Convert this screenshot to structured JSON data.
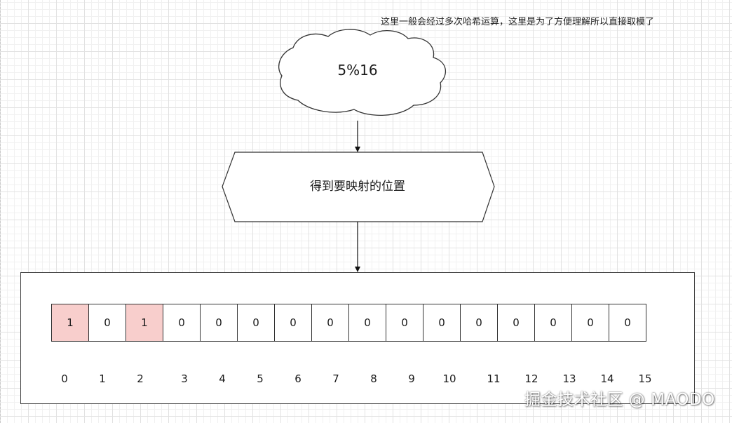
{
  "note": "这里一般会经过多次哈希运算，这里是为了方便理解所以直接取模了",
  "cloud": {
    "label": "5%16"
  },
  "hexagon": {
    "label": "得到要映射的位置"
  },
  "array": {
    "highlight_color": "#f8cecc",
    "cells": [
      "1",
      "0",
      "1",
      "0",
      "0",
      "0",
      "0",
      "0",
      "0",
      "0",
      "0",
      "0",
      "0",
      "0",
      "0",
      "0"
    ],
    "highlighted": [
      true,
      false,
      true,
      false,
      false,
      false,
      false,
      false,
      false,
      false,
      false,
      false,
      false,
      false,
      false,
      false
    ],
    "indices": [
      "0",
      "1",
      "2",
      "3",
      "4",
      "5",
      "6",
      "7",
      "8",
      "9",
      "10",
      "11",
      "12",
      "13",
      "14",
      "15"
    ]
  },
  "watermark": "掘金技术社区 @ MAODO"
}
